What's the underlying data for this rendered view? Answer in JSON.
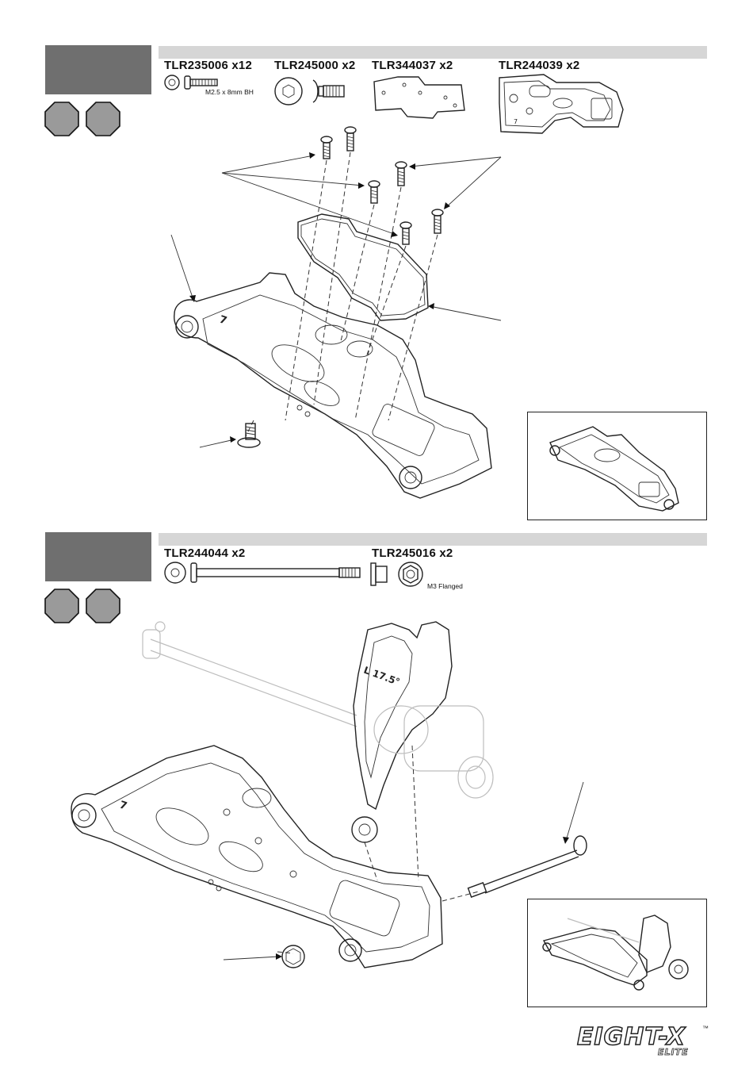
{
  "steps": [
    {
      "parts": [
        {
          "code": "TLR235006 x12",
          "note": "M2.5 x 8mm BH"
        },
        {
          "code": "TLR245000 x2",
          "note": ""
        },
        {
          "code": "TLR344037 x2",
          "note": ""
        },
        {
          "code": "TLR244039 x2",
          "note": ""
        }
      ]
    },
    {
      "parts": [
        {
          "code": "TLR244044 x2",
          "note": ""
        },
        {
          "code": "TLR245016 x2",
          "note": "M3 Flanged"
        }
      ]
    }
  ],
  "illustration": {
    "arm_mark": "7",
    "hub_mark": "L 17.5°"
  },
  "footer": {
    "logo_main": "EIGHT-X",
    "logo_sub": "ELITE",
    "logo_tm": "™"
  },
  "colors": {
    "step_box": "#6f6f6f",
    "step_bar": "#d6d6d6",
    "hex_badge": "#9a9a9a"
  }
}
